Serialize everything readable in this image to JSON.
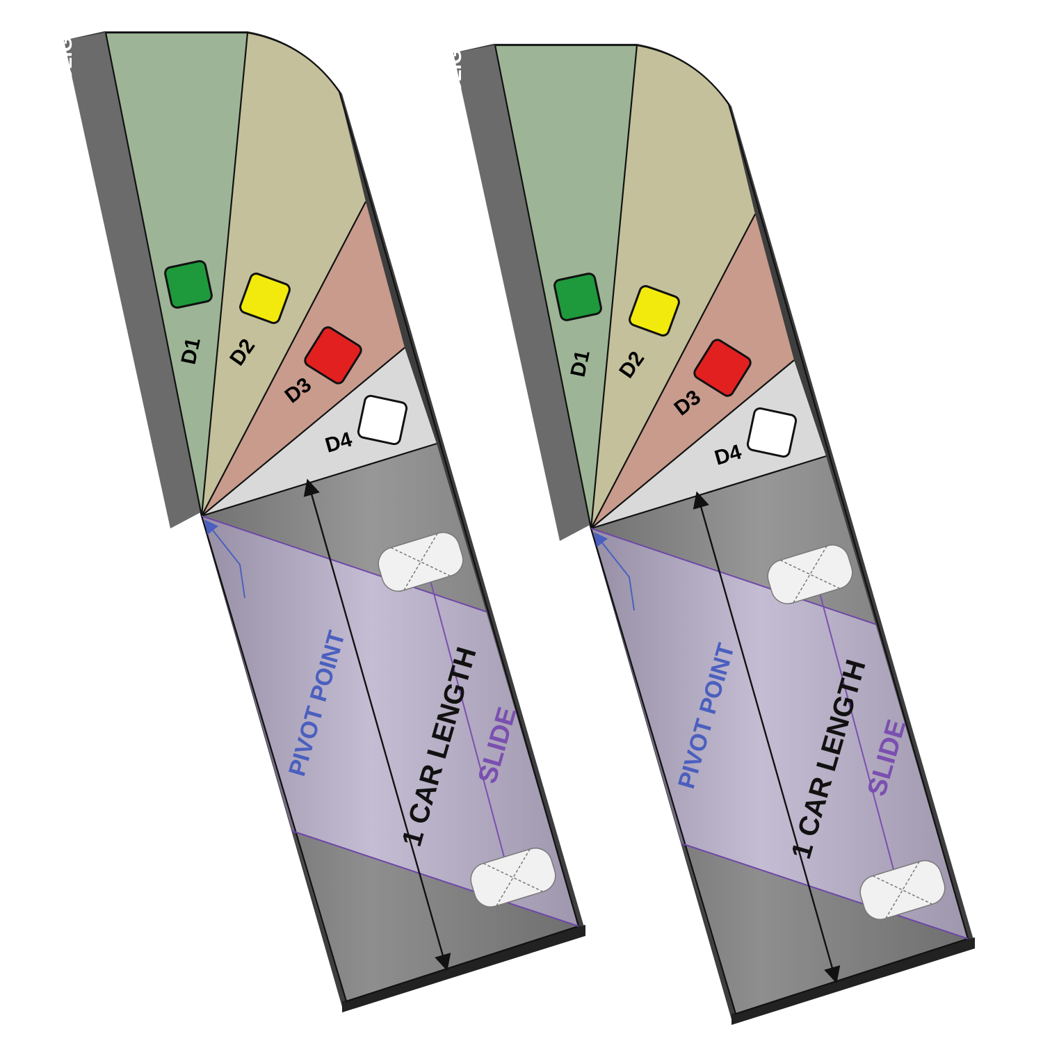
{
  "card": {
    "severity_label": "SLIGHT",
    "zone_labels": [
      "D1",
      "D2",
      "D3",
      "D4"
    ],
    "zone_colors": [
      "#1e9a3c",
      "#f2ea0c",
      "#e32020",
      "#ffffff"
    ],
    "zone_fills": [
      "#9db596",
      "#c3c09b",
      "#c89b8c",
      "#d8d8d8"
    ],
    "pivot_label": "PIVOT POINT",
    "car_length_label": "1 CAR LENGTH",
    "slide_label": "SLIDE"
  }
}
